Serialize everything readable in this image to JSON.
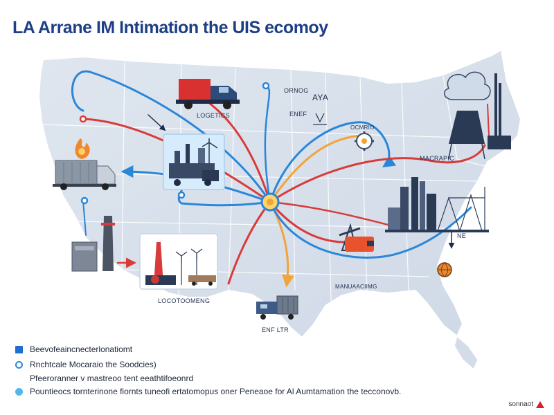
{
  "title": "LA Arrane IM Intimation the UIS ecomoy",
  "labels": {
    "logistics_top": "LOGETICS",
    "corner_tr1": "ORNOG",
    "corner_tr2": "AYA",
    "energy": "ENEF",
    "energy_hub": "OCMRIO",
    "manufacturing_east": "MACRAPIC",
    "ne": "NE",
    "manufacturing_south": "MANUAACIIMG",
    "lower_left": "LOCOTOOMENG",
    "bottom_center": "ENF LTR"
  },
  "legend": [
    {
      "text": "Beevofeaincnecterlonatiomt",
      "swatch": "square"
    },
    {
      "text": "Rnchtcale Mocaraio the Soodcies)",
      "swatch": "circle"
    },
    {
      "text": "Pfeeroranner v mastreoo tent eeathtifoeonrd",
      "swatch": "none"
    },
    {
      "text": "Pountieocs tornterinone fiornts tuneofi ertatomopus oner Peneaoe for Al Aumtamation the tecconovb.",
      "swatch": "dot"
    }
  ],
  "brand": "sonnaot",
  "colors": {
    "red": "#d93a3a",
    "blue": "#2a86d8",
    "orange": "#f1a43a",
    "map": "#d9e1ec",
    "title": "#1d3f86"
  }
}
